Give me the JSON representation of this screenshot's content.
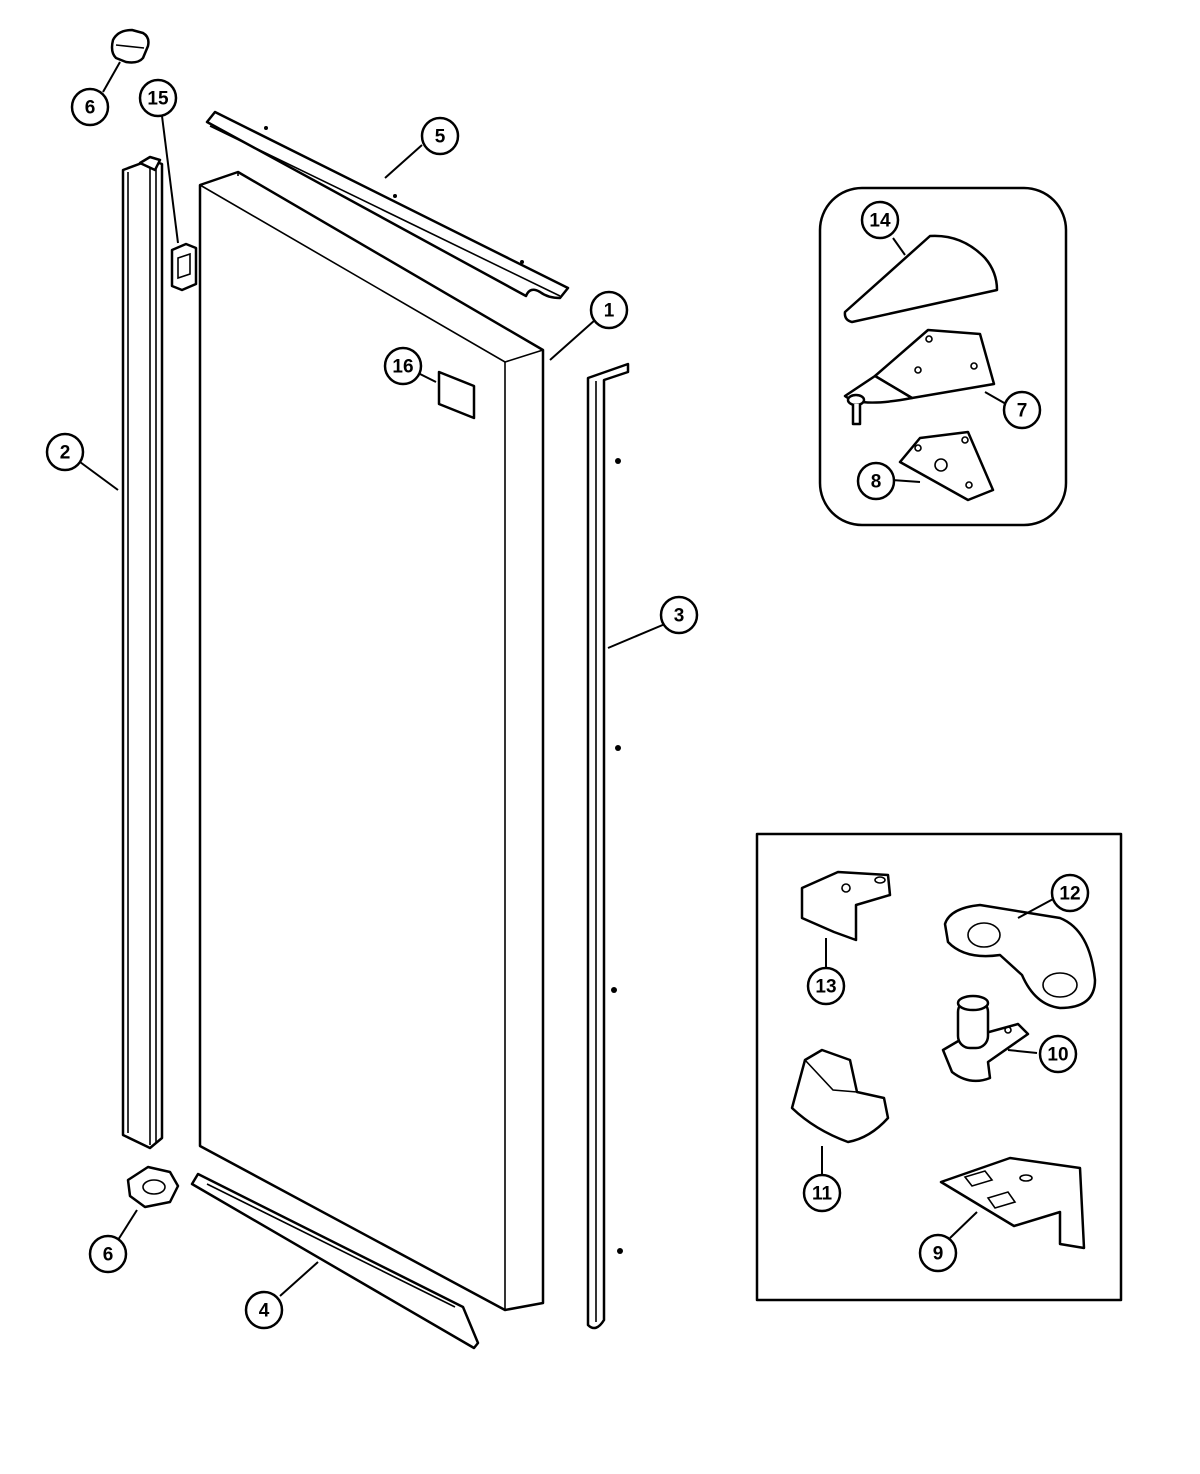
{
  "diagram": {
    "callouts": [
      {
        "id": "c6-top",
        "label": "6"
      },
      {
        "id": "c15",
        "label": "15"
      },
      {
        "id": "c5",
        "label": "5"
      },
      {
        "id": "c1",
        "label": "1"
      },
      {
        "id": "c16",
        "label": "16"
      },
      {
        "id": "c2",
        "label": "2"
      },
      {
        "id": "c3",
        "label": "3"
      },
      {
        "id": "c6-bottom",
        "label": "6"
      },
      {
        "id": "c4",
        "label": "4"
      },
      {
        "id": "c14",
        "label": "14"
      },
      {
        "id": "c7",
        "label": "7"
      },
      {
        "id": "c8",
        "label": "8"
      },
      {
        "id": "c12",
        "label": "12"
      },
      {
        "id": "c13",
        "label": "13"
      },
      {
        "id": "c10",
        "label": "10"
      },
      {
        "id": "c11",
        "label": "11"
      },
      {
        "id": "c9",
        "label": "9"
      }
    ],
    "colors": {
      "line": "#000000",
      "background": "#ffffff"
    }
  }
}
